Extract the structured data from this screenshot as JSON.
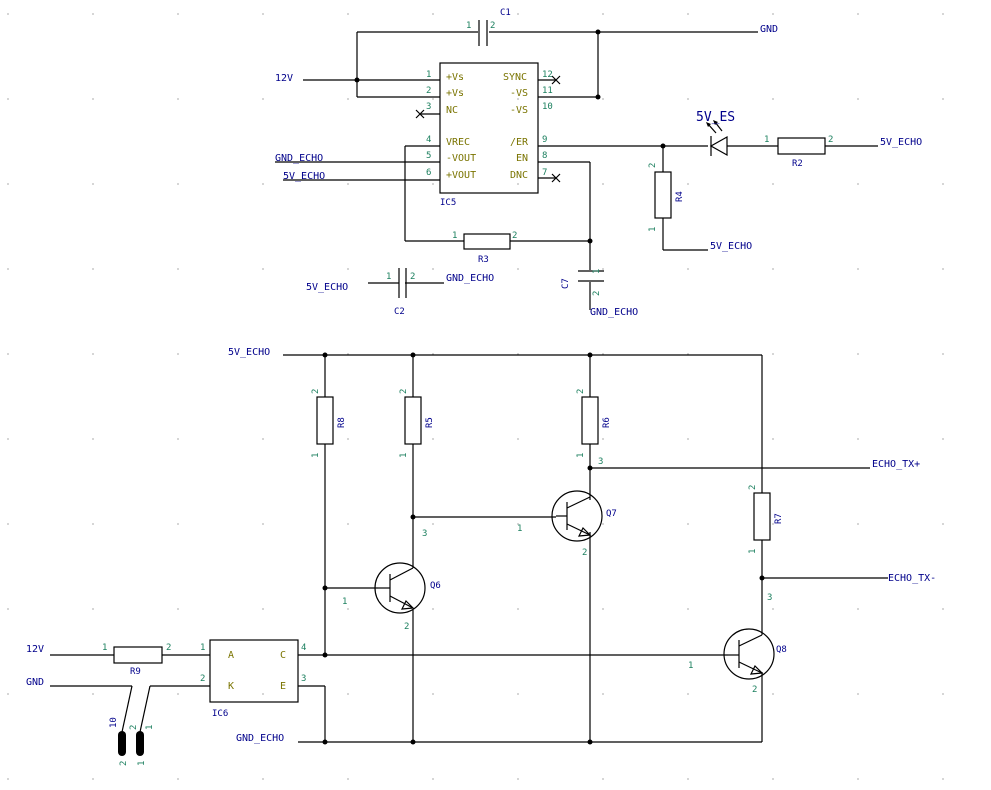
{
  "nets": {
    "gnd": "GND",
    "v12": "12V",
    "gnd_echo": "GND_ECHO",
    "v5_echo": "5V_ECHO",
    "echo_tx_plus": "ECHO_TX+",
    "echo_tx_minus": "ECHO_TX-"
  },
  "refs": {
    "c1": "C1",
    "c2": "C2",
    "c7": "C7",
    "ic5": "IC5",
    "ic6": "IC6",
    "r2": "R2",
    "r3": "R3",
    "r4": "R4",
    "r5": "R5",
    "r6": "R6",
    "r7": "R7",
    "r8": "R8",
    "r9": "R9",
    "q6": "Q6",
    "q7": "Q7",
    "q8": "Q8",
    "j10": "10",
    "led": "5V_ES"
  },
  "ic5_pins": {
    "vs1": "+Vs",
    "vs2": "+Vs",
    "nc": "NC",
    "vrec": "VREC",
    "vout_neg": "-VOUT",
    "vout_pos": "+VOUT",
    "sync": "SYNC",
    "mvs1": "-VS",
    "mvs2": "-VS",
    "er": "/ER",
    "en": "EN",
    "dnc": "DNC"
  },
  "ic6_pins": {
    "a": "A",
    "k": "K",
    "c": "C",
    "e": "E"
  },
  "pin_numbers": {
    "p1": "1",
    "p2": "2",
    "p3": "3",
    "p4": "4",
    "p5": "5",
    "p6": "6",
    "p7": "7",
    "p8": "8",
    "p9": "9",
    "p10": "10",
    "p11": "11",
    "p12": "12"
  }
}
